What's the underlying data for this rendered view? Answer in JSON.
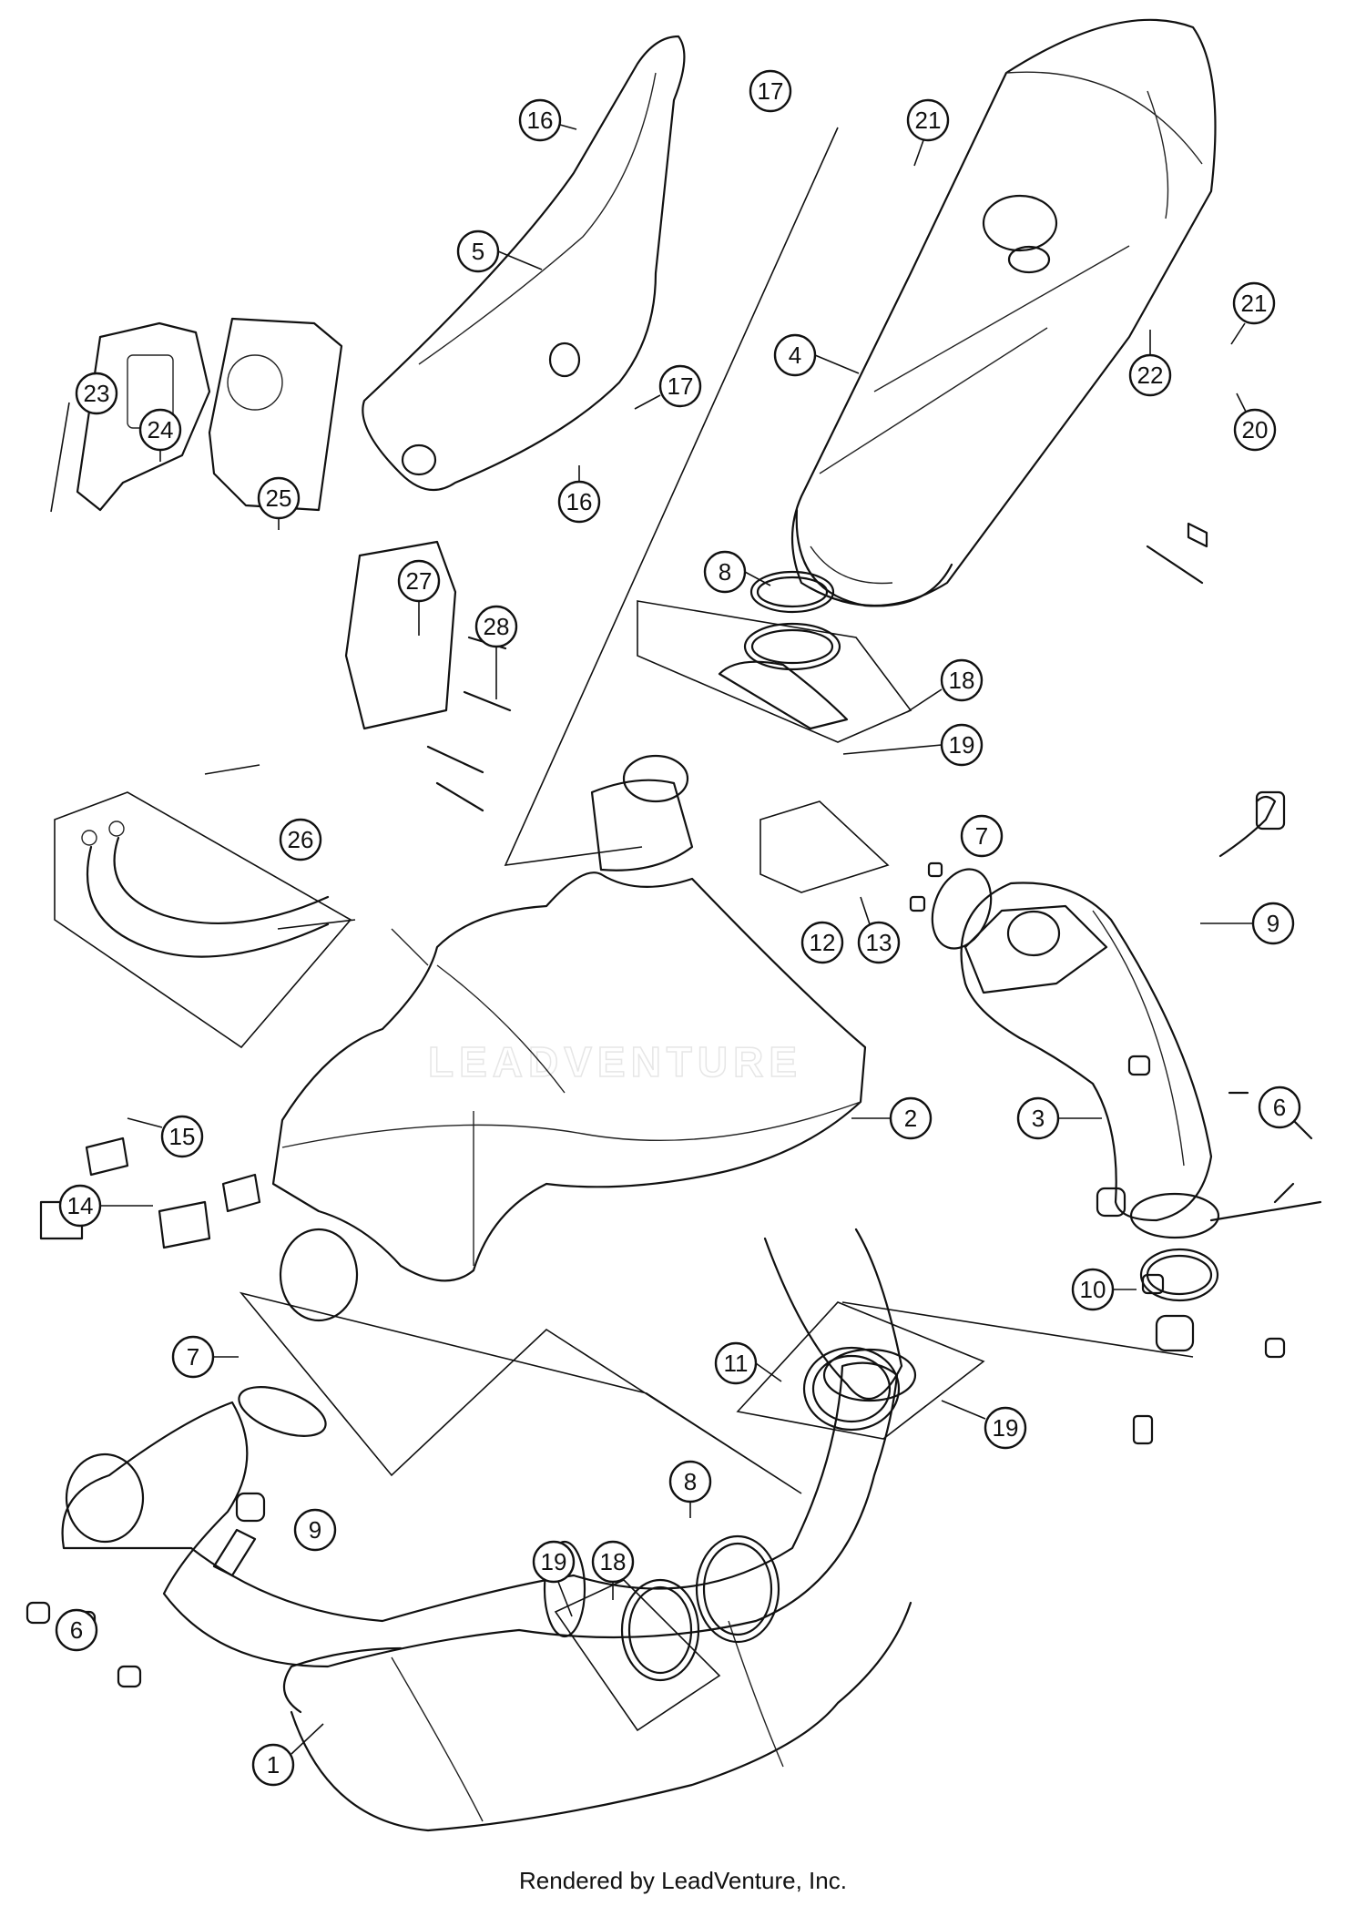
{
  "diagram": {
    "callouts": [
      "1",
      "2",
      "3",
      "4",
      "5",
      "6",
      "6",
      "7",
      "7",
      "8",
      "8",
      "9",
      "9",
      "10",
      "11",
      "12",
      "13",
      "14",
      "15",
      "16",
      "16",
      "17",
      "17",
      "18",
      "18",
      "19",
      "19",
      "19",
      "20",
      "21",
      "21",
      "22",
      "23",
      "24",
      "25",
      "26",
      "27",
      "28"
    ],
    "watermark": "LEADVENTURE",
    "footer": "Rendered by LeadVenture, Inc."
  }
}
